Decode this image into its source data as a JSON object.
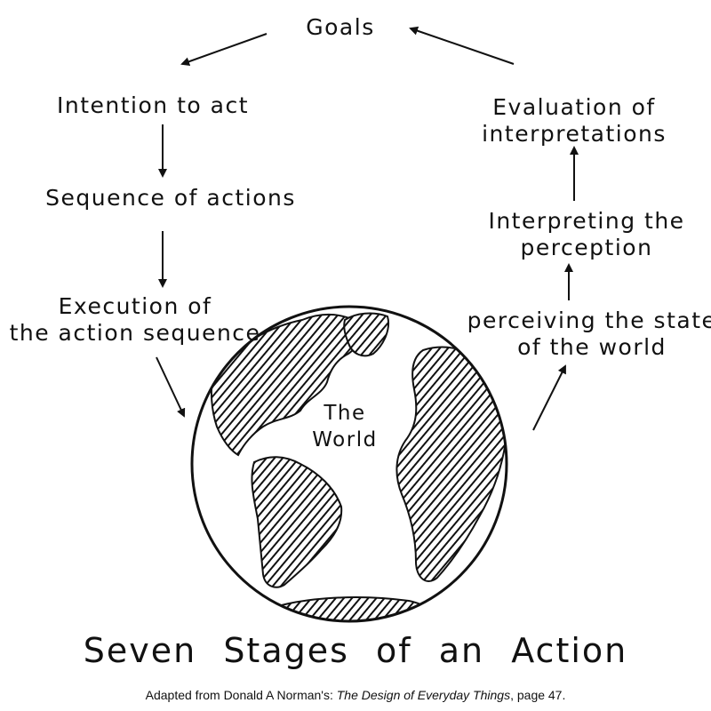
{
  "stages": {
    "goals": "Goals",
    "intention": "Intention to act",
    "sequence": "Sequence of actions",
    "execution_line1": "Execution of",
    "execution_line2": "the action sequence",
    "perceiving_line1": "perceiving the state",
    "perceiving_line2": "of the world",
    "interpreting_line1": "Interpreting the",
    "interpreting_line2": "perception",
    "evaluation_line1": "Evaluation of",
    "evaluation_line2": "interpretations"
  },
  "world": {
    "line1": "The",
    "line2": "World"
  },
  "title": {
    "w1": "Seven",
    "w2": "Stages",
    "w3": "of",
    "w4": "an",
    "w5": "Action"
  },
  "caption": {
    "prefix": "Adapted from Donald A Norman's: ",
    "book": "The Design of Everyday Things",
    "suffix": ", page 47."
  }
}
